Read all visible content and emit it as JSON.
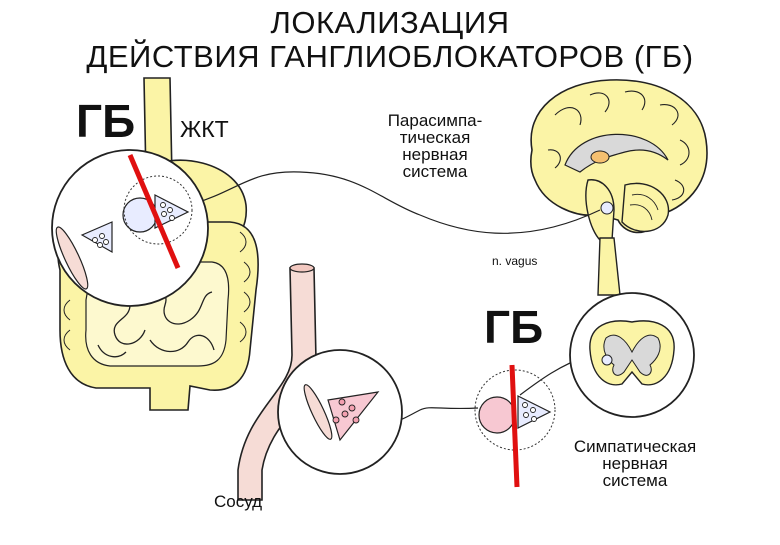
{
  "title": {
    "line1": "ЛОКАЛИЗАЦИЯ",
    "line2": "ДЕЙСТВИЯ  ГАНГЛИОБЛОКАТОРОВ (ГБ)"
  },
  "labels": {
    "gb_top": "ГБ",
    "gkt": "ЖКТ",
    "parasympathetic": [
      "Парасимпа-",
      "тическая",
      "нервная",
      "система"
    ],
    "vagus": "n. vagus",
    "gb_bottom": "ГБ",
    "sympathetic": [
      "Симпатическая",
      "нервная",
      "система"
    ],
    "vessel": "Сосуд"
  },
  "colors": {
    "organ_yellow": "#fbf4a6",
    "vessel_pink": "#f6dcd6",
    "block_red": "#e01010",
    "cell_pink": "#f7c8d2",
    "cell_blue": "#e8ecff",
    "outline": "#222222"
  }
}
